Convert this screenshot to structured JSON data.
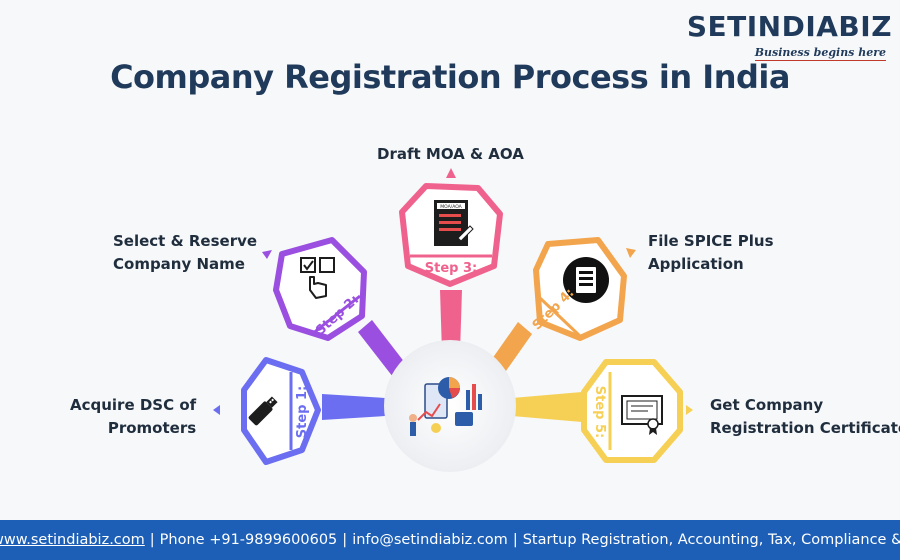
{
  "brand": {
    "name": "SETINDIABIZ",
    "tagline": "Business begins here"
  },
  "title": "Company Registration Process in India",
  "steps": [
    {
      "step_label": "Step 1:",
      "text_lines": [
        "Acquire DSC of",
        "Promoters"
      ],
      "color": "#6b6ef0",
      "icon": "usb-drive-icon"
    },
    {
      "step_label": "Step 2:",
      "text_lines": [
        "Select & Reserve",
        "Company Name"
      ],
      "color": "#9a4fe0",
      "icon": "click-select-icon"
    },
    {
      "step_label": "Step 3:",
      "text_lines": [
        "Draft MOA & AOA"
      ],
      "color": "#f0628e",
      "icon": "document-icon"
    },
    {
      "step_label": "Step 4:",
      "text_lines": [
        "File SPICE Plus",
        "Application"
      ],
      "color": "#f2a54c",
      "icon": "file-list-icon"
    },
    {
      "step_label": "Step 5:",
      "text_lines": [
        "Get Company",
        "Registration Certificate"
      ],
      "color": "#f6d055",
      "icon": "certificate-icon"
    }
  ],
  "center_icon": "business-analytics-icon",
  "document_caption": "MOA/AOA",
  "footer": {
    "website": "www.setindiabiz.com",
    "phone": "Phone +91-9899600605",
    "email": "info@setindiabiz.com",
    "services": "Startup Registration, Accounting, Tax, Compliance & IP"
  }
}
